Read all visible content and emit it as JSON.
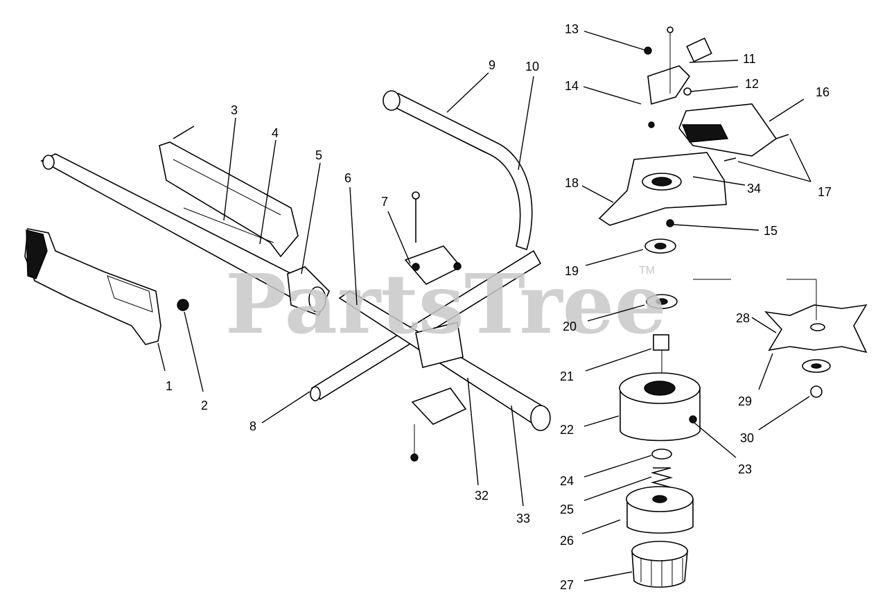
{
  "watermark": {
    "text": "PartsTree",
    "trademark": "TM"
  },
  "callouts": [
    {
      "id": "1",
      "label": "1"
    },
    {
      "id": "2",
      "label": "2"
    },
    {
      "id": "3",
      "label": "3"
    },
    {
      "id": "4",
      "label": "4"
    },
    {
      "id": "5",
      "label": "5"
    },
    {
      "id": "6",
      "label": "6"
    },
    {
      "id": "7",
      "label": "7"
    },
    {
      "id": "8",
      "label": "8"
    },
    {
      "id": "9",
      "label": "9"
    },
    {
      "id": "10",
      "label": "10"
    },
    {
      "id": "11",
      "label": "11"
    },
    {
      "id": "12",
      "label": "12"
    },
    {
      "id": "13",
      "label": "13"
    },
    {
      "id": "14",
      "label": "14"
    },
    {
      "id": "15",
      "label": "15"
    },
    {
      "id": "16",
      "label": "16"
    },
    {
      "id": "17",
      "label": "17"
    },
    {
      "id": "18",
      "label": "18"
    },
    {
      "id": "19",
      "label": "19"
    },
    {
      "id": "20",
      "label": "20"
    },
    {
      "id": "21",
      "label": "21"
    },
    {
      "id": "22",
      "label": "22"
    },
    {
      "id": "23",
      "label": "23"
    },
    {
      "id": "24",
      "label": "24"
    },
    {
      "id": "25",
      "label": "25"
    },
    {
      "id": "26",
      "label": "26"
    },
    {
      "id": "27",
      "label": "27"
    },
    {
      "id": "28",
      "label": "28"
    },
    {
      "id": "29",
      "label": "29"
    },
    {
      "id": "30",
      "label": "30"
    },
    {
      "id": "32",
      "label": "32"
    },
    {
      "id": "33",
      "label": "33"
    },
    {
      "id": "34",
      "label": "34"
    }
  ]
}
